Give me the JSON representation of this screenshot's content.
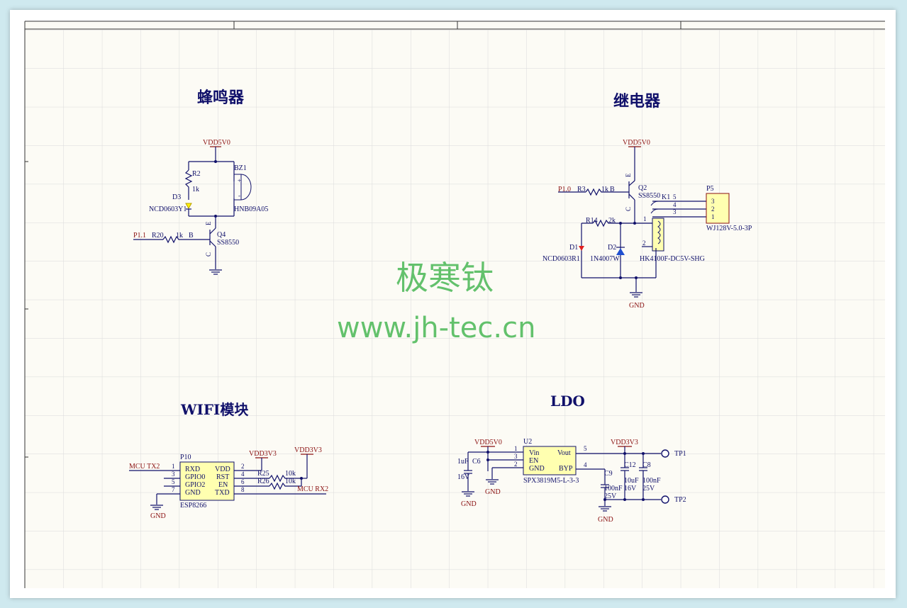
{
  "sections": {
    "buzzer": "蜂鸣器",
    "relay": "继电器",
    "wifi": "WIFI模块",
    "ldo": "LDO"
  },
  "watermark": {
    "name": "极寒钛",
    "url": "www.jh-tec.cn"
  },
  "buzzer": {
    "vdd": "VDD5V0",
    "r2": "R2",
    "r2_val": "1k",
    "d3": "D3",
    "d3_part": "NCD0603Y1",
    "bz1": "BZ1",
    "bz1_part": "HNB09A05",
    "p11": "P1.1",
    "r20": "R20",
    "r20_val": "1k",
    "b": "B",
    "q4": "Q4",
    "q4_part": "SS8550",
    "e": "E",
    "c": "C",
    "plus": "+",
    "minus": "-"
  },
  "relay": {
    "vdd": "VDD5V0",
    "p10": "P1.0",
    "r3": "R3",
    "r3_val": "1k",
    "b": "B",
    "q2": "Q2",
    "q2_part": "SS8550",
    "e": "E",
    "c": "C",
    "k1": "K1",
    "r14": "R14",
    "r14_val": "2k",
    "d1": "D1",
    "d1_part": "NCD0603R1",
    "d2": "D2",
    "d2_part": "1N4007W",
    "k1_part": "HK4100F-DC5V-SHG",
    "p5": "P5",
    "p5_part": "WJ128V-5.0-3P",
    "gnd": "GND",
    "pin5": "5",
    "pin4": "4",
    "pin3": "3",
    "pin1": "1",
    "pin2": "2",
    "p5_pin3": "3",
    "p5_pin2": "2",
    "p5_pin1": "1"
  },
  "wifi": {
    "vdd": "VDD3V3",
    "vdd2": "VDD3V3",
    "p10": "P10",
    "part": "ESP8266",
    "mcu_tx": "MCU TX2",
    "mcu_rx": "MCU RX2",
    "pins_left": [
      "RXD",
      "GPIO0",
      "GPIO2",
      "GND"
    ],
    "pins_right": [
      "VDD",
      "RST",
      "EN",
      "TXD"
    ],
    "nums_left": [
      "1",
      "3",
      "5",
      "7"
    ],
    "nums_right": [
      "2",
      "4",
      "6",
      "8"
    ],
    "r25": "R25",
    "r26": "R26",
    "r25_val": "10k",
    "r26_val": "10k",
    "gnd": "GND"
  },
  "ldo": {
    "vdd_in": "VDD5V0",
    "vdd_out": "VDD3V3",
    "u2": "U2",
    "part": "SPX3819M5-L-3-3",
    "pins_left": [
      "Vin",
      "EN",
      "GND"
    ],
    "pins_right": [
      "Vout",
      "BYP"
    ],
    "nums_left": [
      "1",
      "3",
      "2"
    ],
    "nums_right": [
      "5",
      "4"
    ],
    "c6": "C6",
    "c6_val": "1uF",
    "c6_v": "16V",
    "c9": "C9",
    "c9_val": "100nF",
    "c9_v": "25V",
    "c12": "C12",
    "c12_val": "10uF",
    "c12_v": "16V",
    "c8": "C8",
    "c8_val": "100nF",
    "c8_v": "25V",
    "tp1": "TP1",
    "tp2": "TP2",
    "gnd1": "GND",
    "gnd2": "GND"
  },
  "colors": {
    "grid": "#d6d6d6",
    "wire": "#10106a",
    "power": "#8a1010",
    "part_fill": "#ffffb0",
    "watermark": "#3cb34a"
  }
}
